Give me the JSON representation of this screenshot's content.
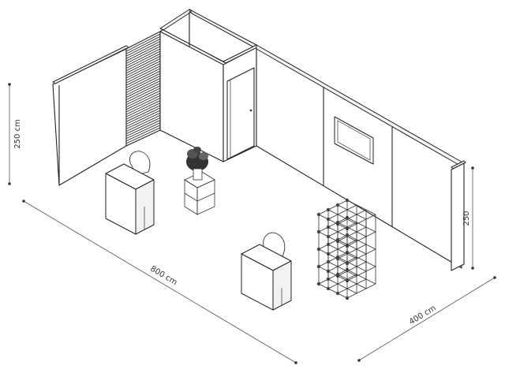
{
  "dimensions": {
    "height_left": "250 cm",
    "length": "800 cm",
    "depth": "400 cm",
    "height_right": "250"
  }
}
